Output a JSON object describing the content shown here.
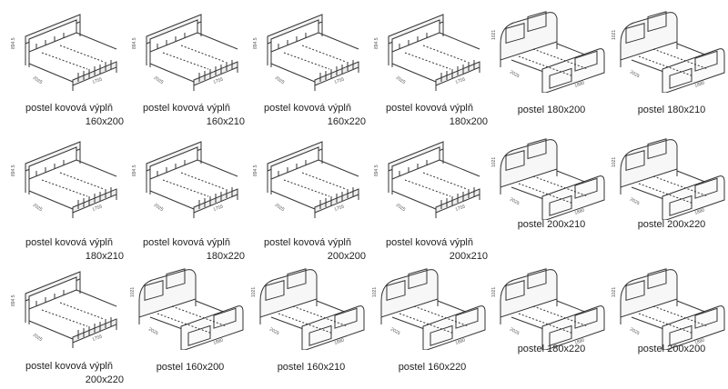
{
  "catalog": {
    "items": [
      {
        "line1": "postel kovová výplň",
        "line2": "160x200",
        "style": "metal"
      },
      {
        "line1": "postel kovová výplň",
        "line2": "160x210",
        "style": "metal"
      },
      {
        "line1": "postel kovová výplň",
        "line2": "160x220",
        "style": "metal"
      },
      {
        "line1": "postel kovová výplň",
        "line2": "180x200",
        "style": "metal"
      },
      {
        "line1": "postel 180x200",
        "line2": "",
        "style": "panel"
      },
      {
        "line1": "postel 180x210",
        "line2": "",
        "style": "panel"
      },
      {
        "line1": "postel kovová výplň",
        "line2": "180x210",
        "style": "metal"
      },
      {
        "line1": "postel kovová výplň",
        "line2": "180x220",
        "style": "metal"
      },
      {
        "line1": "postel kovová výplň",
        "line2": "200x200",
        "style": "metal"
      },
      {
        "line1": "postel kovová výplň",
        "line2": "200x210",
        "style": "metal"
      },
      {
        "line1": "postel 200x210",
        "line2": "",
        "style": "panel"
      },
      {
        "line1": "postel 200x220",
        "line2": "",
        "style": "panel"
      },
      {
        "line1": "postel kovová výplň",
        "line2": "200x220",
        "style": "metal"
      },
      {
        "line1": "postel 160x200",
        "line2": "",
        "style": "panel"
      },
      {
        "line1": "postel 160x210",
        "line2": "",
        "style": "panel"
      },
      {
        "line1": "postel 160x220",
        "line2": "",
        "style": "panel"
      },
      {
        "line1": "postel 180x220",
        "line2": "",
        "style": "panel"
      },
      {
        "line1": "postel 200x200",
        "line2": "",
        "style": "panel"
      }
    ]
  }
}
